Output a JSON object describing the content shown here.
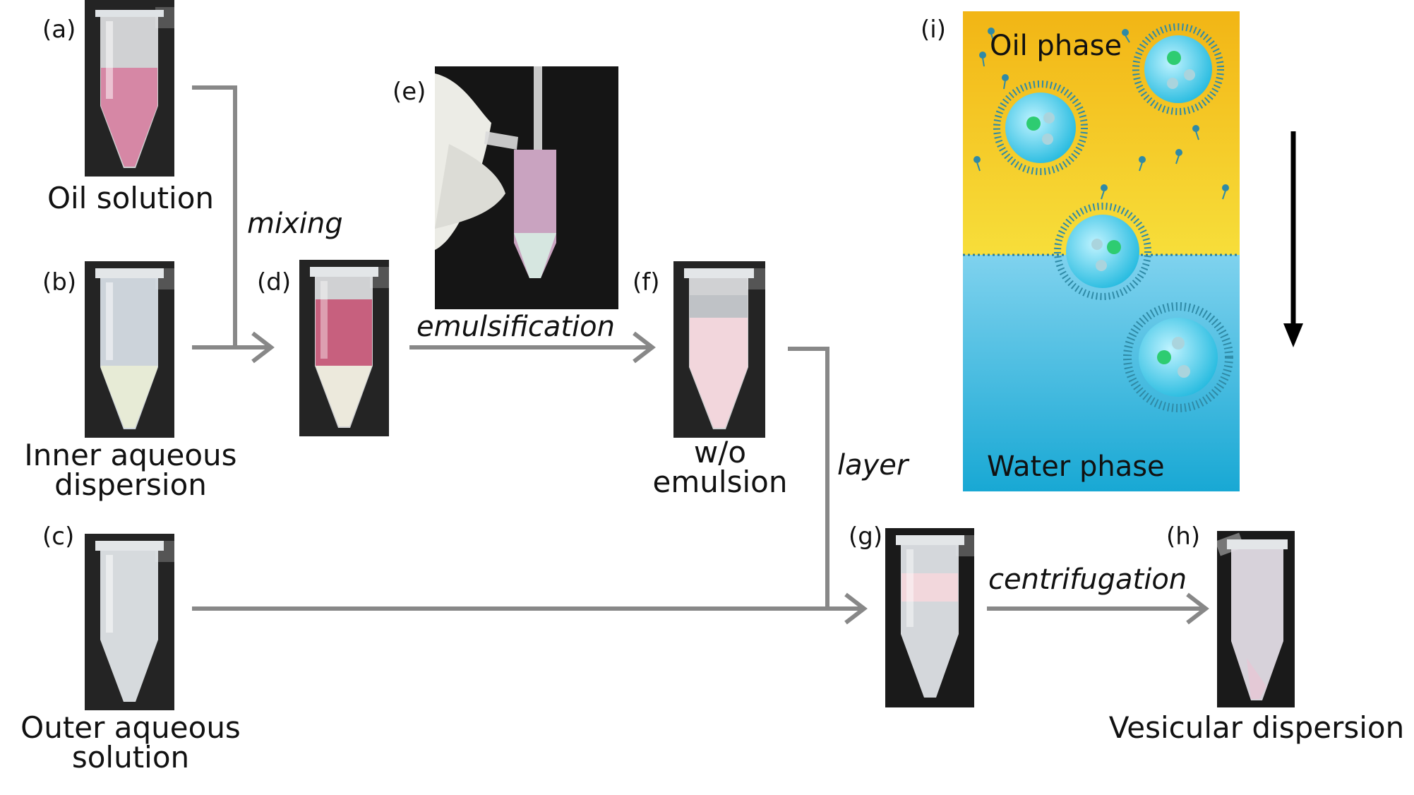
{
  "panels": {
    "a": {
      "label": "(a)",
      "caption": "Oil solution"
    },
    "b": {
      "label": "(b)",
      "caption_lines": [
        "Inner aqueous",
        "dispersion"
      ]
    },
    "c": {
      "label": "(c)",
      "caption_lines": [
        "Outer aqueous",
        "solution"
      ]
    },
    "d": {
      "label": "(d)"
    },
    "e": {
      "label": "(e)"
    },
    "f": {
      "label": "(f)",
      "caption_lines": [
        "w/o",
        "emulsion"
      ]
    },
    "g": {
      "label": "(g)"
    },
    "h": {
      "label": "(h)",
      "caption": "Vesicular dispersion"
    },
    "i": {
      "label": "(i)",
      "oil_label": "Oil phase",
      "water_label": "Water phase"
    }
  },
  "steps": {
    "mixing": "mixing",
    "emulsification": "emulsification",
    "layer": "layer",
    "centrifugation": "centrifugation"
  },
  "colors": {
    "arrow": "#888888",
    "oil_phase": "#f4c21c",
    "water_phase": "#52c1e4",
    "liquid_pink": "#d77a9c",
    "liquid_white": "#e7ebd6"
  }
}
